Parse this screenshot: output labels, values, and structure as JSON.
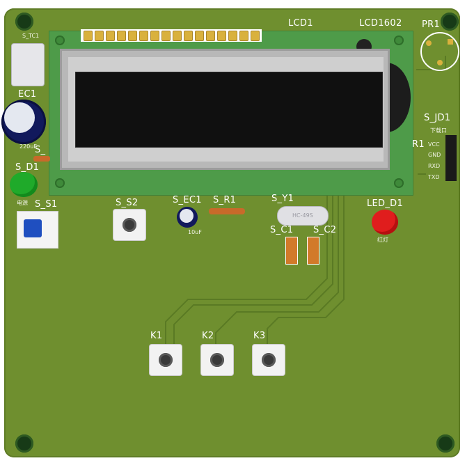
{
  "board": {
    "color": "#6f8f2f"
  },
  "lcd": {
    "ref": "LCD1",
    "part": "LCD1602",
    "screen_color": "#101010"
  },
  "labels": {
    "pr1": "PR1",
    "ec1": "EC1",
    "ec1_value": "220uF",
    "s_d1": "S_D1",
    "s_d1_note": "电源",
    "s_s1": "S_S1",
    "s_s2": "S_S2",
    "s_ec1": "S_EC1",
    "s_ec1_value": "10uF",
    "s_r1": "S_R1",
    "s_y1": "S_Y1",
    "s_y1_value": "HC-49S",
    "s_c1": "S_C1",
    "s_c2": "S_C2",
    "led_d1": "LED_D1",
    "led_d1_note": "红灯",
    "s_jd1": "S_JD1",
    "s_jd1_note": "下载口",
    "r1": "R1",
    "usb": "S_TC1",
    "k1": "K1",
    "k2": "K2",
    "k3": "K3",
    "s_r_small": "S_"
  },
  "header_pins": [
    "VCC",
    "GND",
    "RXD",
    "TXD"
  ],
  "colors": {
    "green_led": "#1faa2a",
    "red_led": "#e01d1d",
    "switch_blue": "#1f4fc0",
    "pin_gold": "#d9b13d"
  }
}
